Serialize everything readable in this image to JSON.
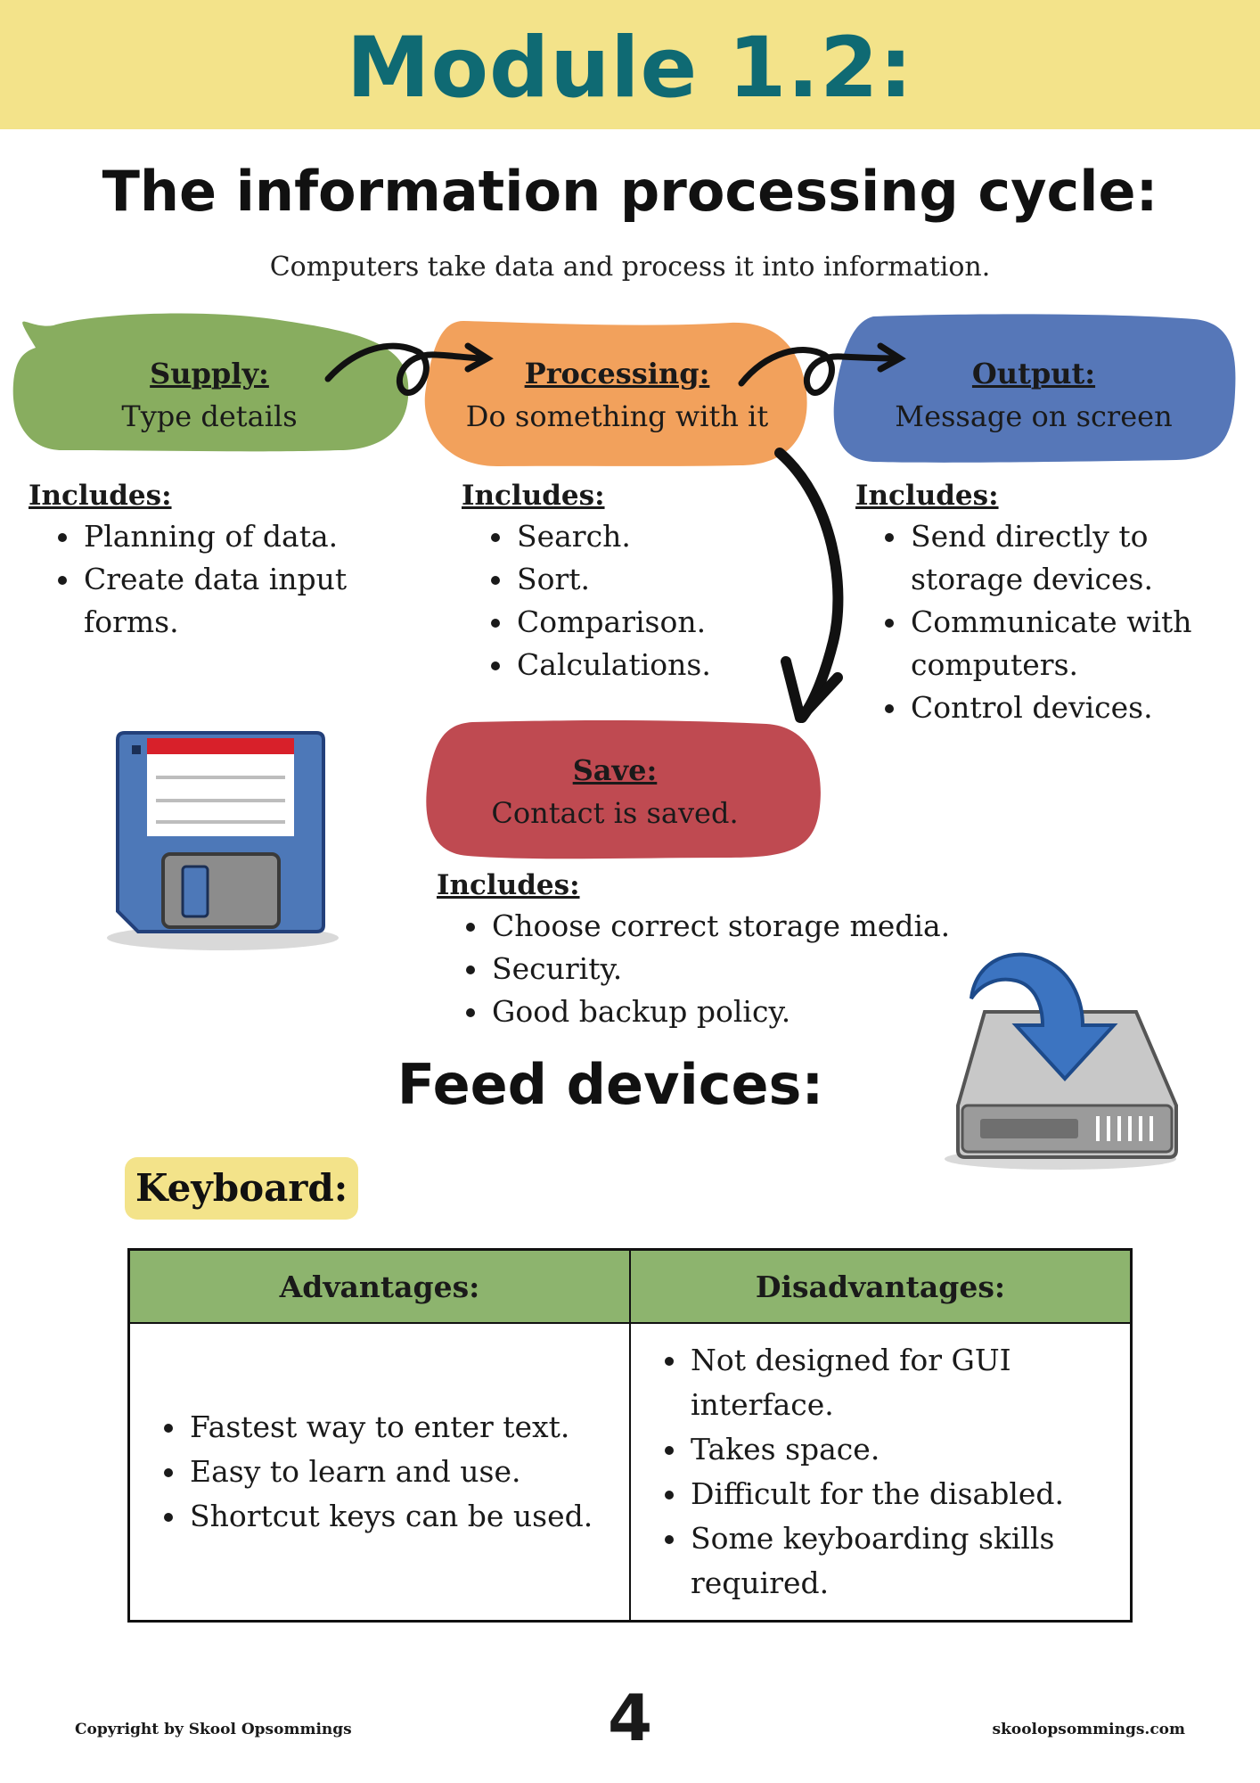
{
  "header": {
    "module_title": "Module 1.2:",
    "page_title": "The information processing cycle:",
    "intro": "Computers take data and process it into information."
  },
  "colors": {
    "header_band": "#f3e38a",
    "module_title": "#0f6a73",
    "supply": "#88ad5f",
    "processing": "#f2a15c",
    "output": "#5677b8",
    "save": "#bf4a51",
    "table_header": "#8db46e"
  },
  "stages": {
    "supply": {
      "heading": "Supply:",
      "text": "Type details",
      "includes_label": "Includes:",
      "items": [
        "Planning of data.",
        "Create data input forms."
      ]
    },
    "processing": {
      "heading": "Processing:",
      "text": "Do something with it",
      "includes_label": "Includes:",
      "items": [
        "Search.",
        "Sort.",
        "Comparison.",
        "Calculations."
      ]
    },
    "output": {
      "heading": "Output:",
      "text": "Message on screen",
      "includes_label": "Includes:",
      "items": [
        "Send directly to storage devices.",
        "Communicate with computers.",
        "Control devices."
      ]
    },
    "save": {
      "heading": "Save:",
      "text": "Contact is saved.",
      "includes_label": "Includes:",
      "items": [
        "Choose correct storage media.",
        "Security.",
        "Good backup policy."
      ]
    }
  },
  "icons": {
    "floppy": "floppy-disk-icon",
    "drive": "drive-save-icon"
  },
  "feed": {
    "title": "Feed devices:",
    "device_label": "Keyboard:",
    "table": {
      "headers": [
        "Advantages:",
        "Disadvantages:"
      ],
      "advantages": [
        "Fastest way to enter text.",
        "Easy to learn and use.",
        "Shortcut keys can be used."
      ],
      "disadvantages": [
        "Not designed for GUI interface.",
        "Takes space.",
        "Difficult for the disabled.",
        "Some keyboarding skills required."
      ]
    }
  },
  "footer": {
    "copyright": "Copyright by Skool Opsommings",
    "page_number": "4",
    "website": "skoolopsommings.com"
  }
}
